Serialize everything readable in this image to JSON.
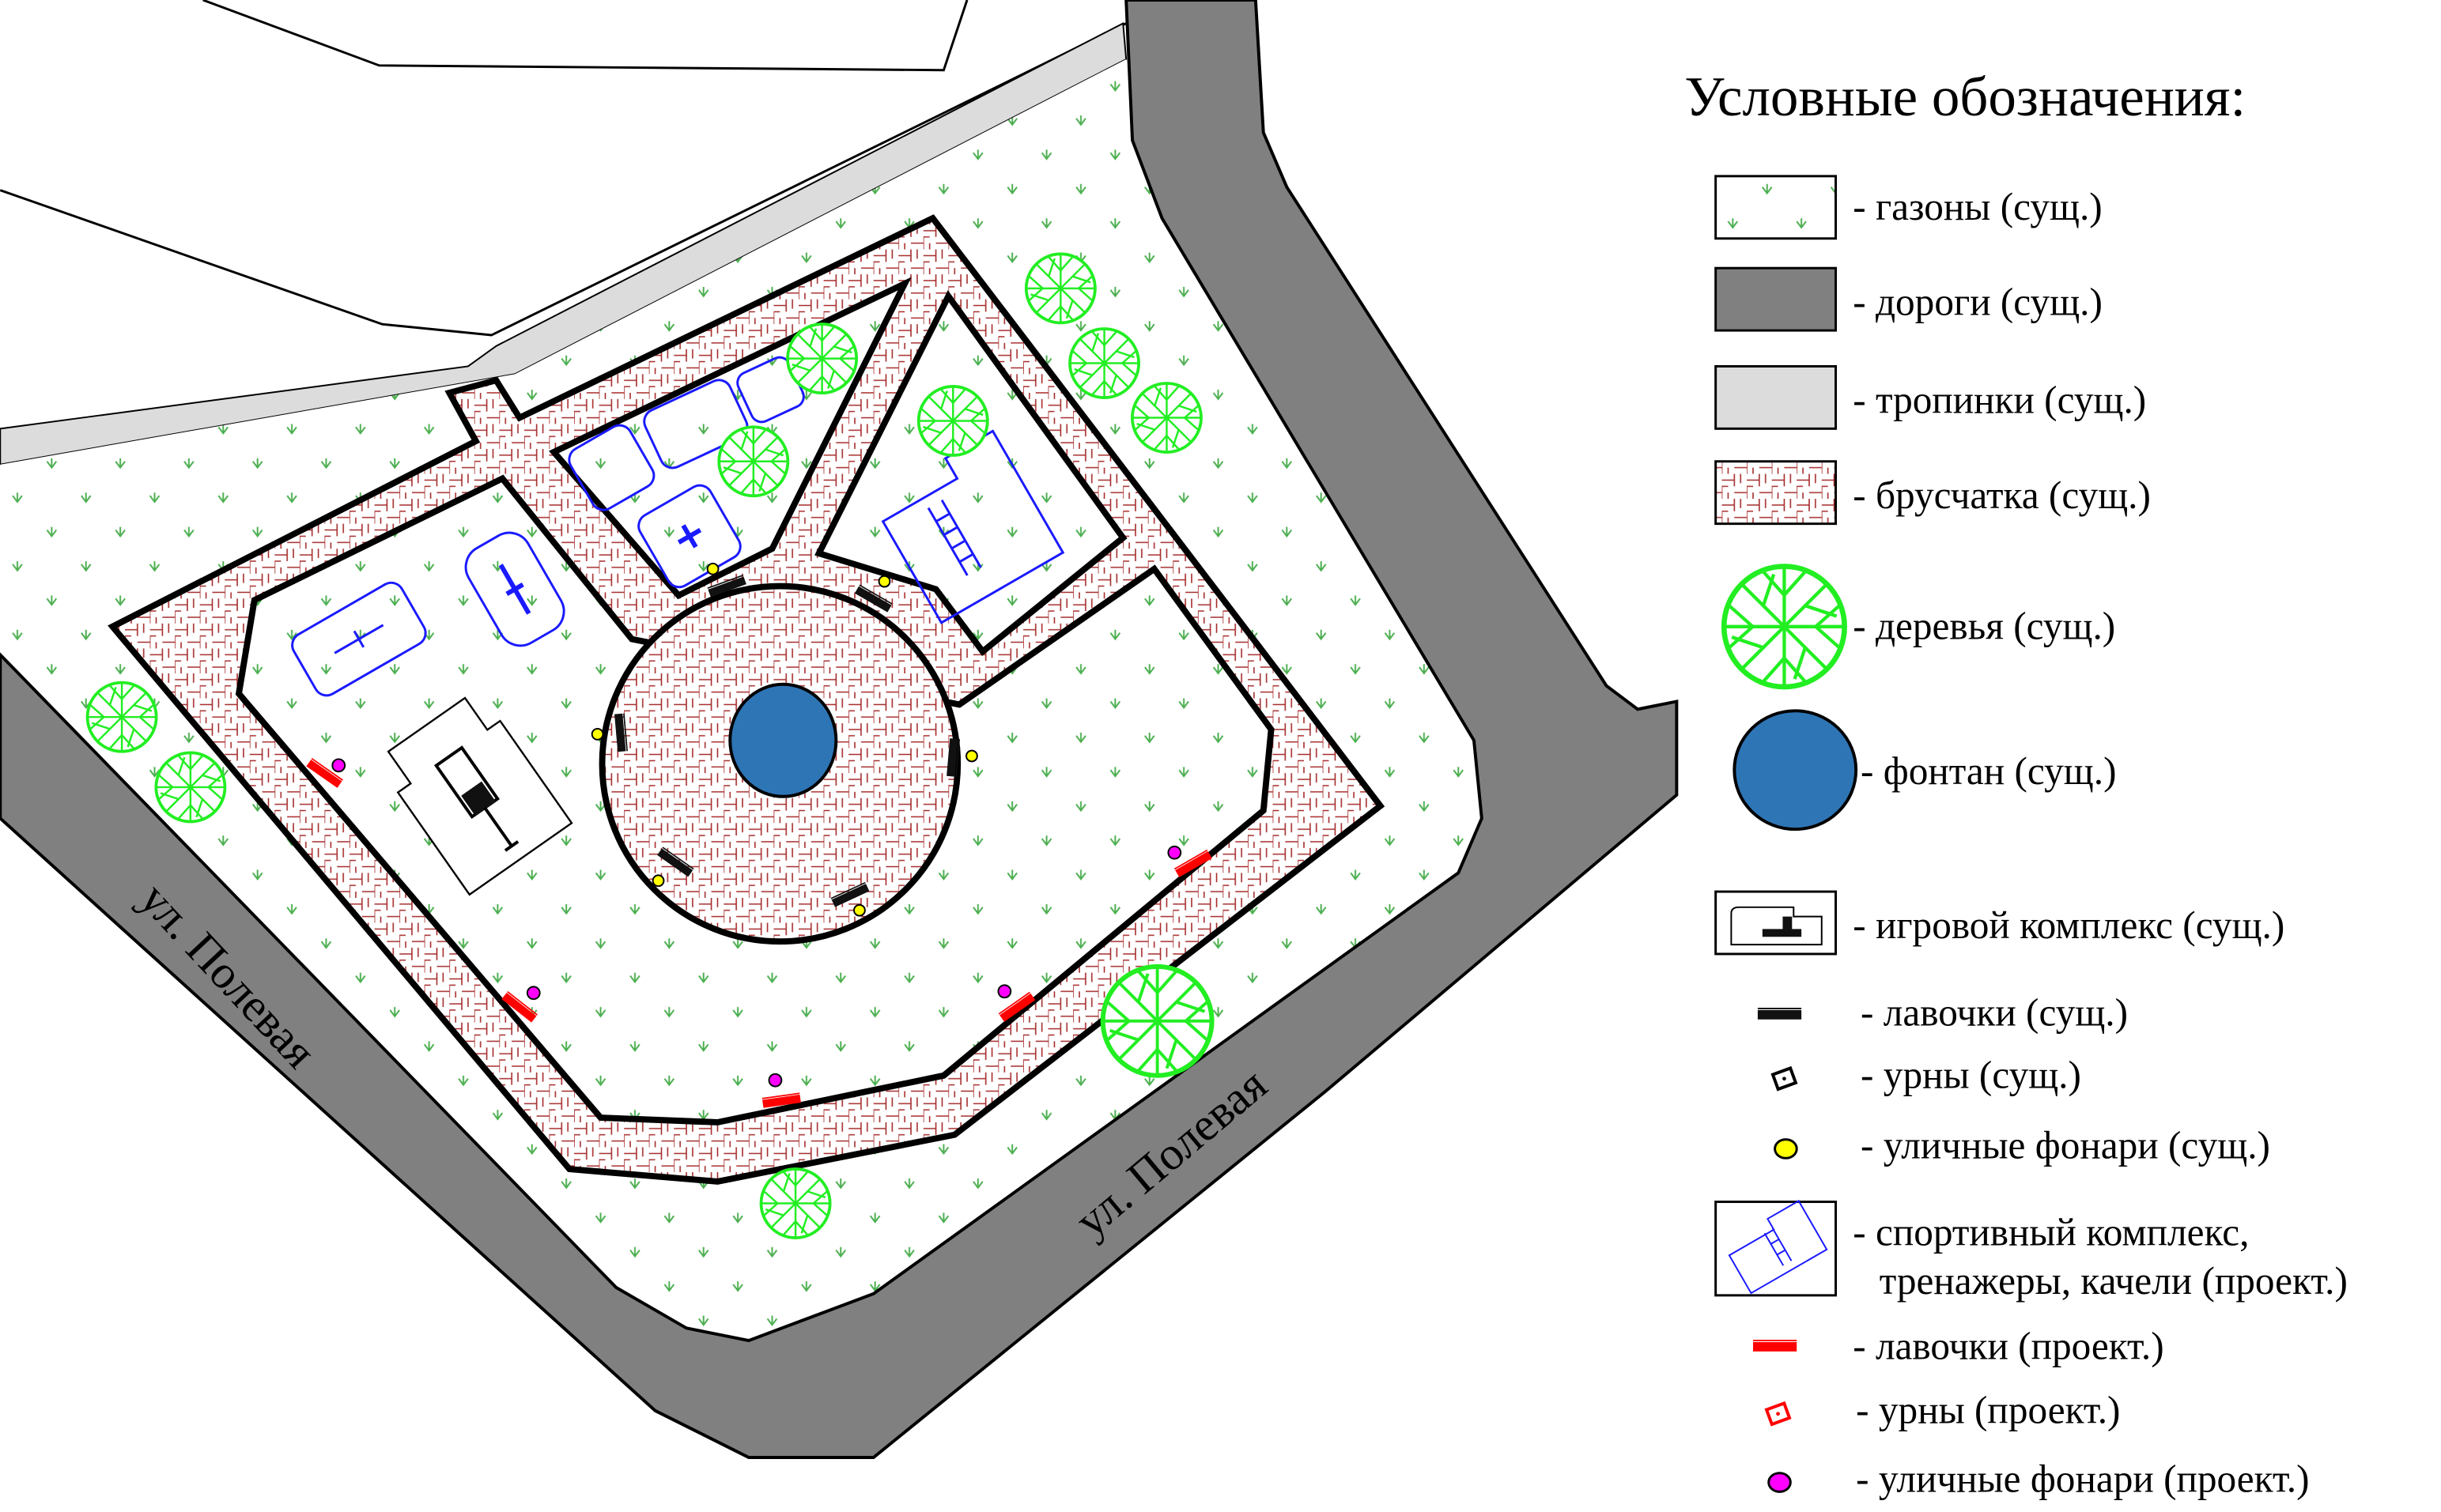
{
  "map": {
    "streets": [
      "ул. Полевая",
      "ул. Полевая"
    ]
  },
  "legend": {
    "title": "Условные обозначения:",
    "items": [
      {
        "symbol": "lawn",
        "label": "- газоны (сущ.)"
      },
      {
        "symbol": "road",
        "label": "- дороги (сущ.)"
      },
      {
        "symbol": "path",
        "label": "- тропинки (сущ.)"
      },
      {
        "symbol": "paving",
        "label": "- брусчатка (сущ.)"
      },
      {
        "symbol": "tree",
        "label": "- деревья (сущ.)"
      },
      {
        "symbol": "fountain",
        "label": "- фонтан (сущ.)"
      },
      {
        "symbol": "playground",
        "label": "- игровой комплекс (сущ.)"
      },
      {
        "symbol": "bench",
        "label": "- лавочки (сущ.)"
      },
      {
        "symbol": "bin",
        "label": "- урны (сущ.)"
      },
      {
        "symbol": "lamp",
        "label": "- уличные фонари  (сущ.)"
      },
      {
        "symbol": "sport",
        "label": "- спортивный комплекс,",
        "label2": "тренажеры, качели (проект.)"
      },
      {
        "symbol": "bench-new",
        "label": "- лавочки (проект.)"
      },
      {
        "symbol": "bin-new",
        "label": "- урны (проект.)"
      },
      {
        "symbol": "lamp-new",
        "label": "- уличные фонари  (проект.)"
      }
    ]
  },
  "colors": {
    "road": "#808080",
    "path": "#dcdcdc",
    "paving": "#a52a2a",
    "grass": "#4caf50",
    "tree": "#22ee22",
    "fountain": "#2e75b6",
    "sport": "#1a1aff",
    "new_bench": "#ff0000",
    "lamp": "#ffff00",
    "new_lamp": "#ff00ff"
  }
}
